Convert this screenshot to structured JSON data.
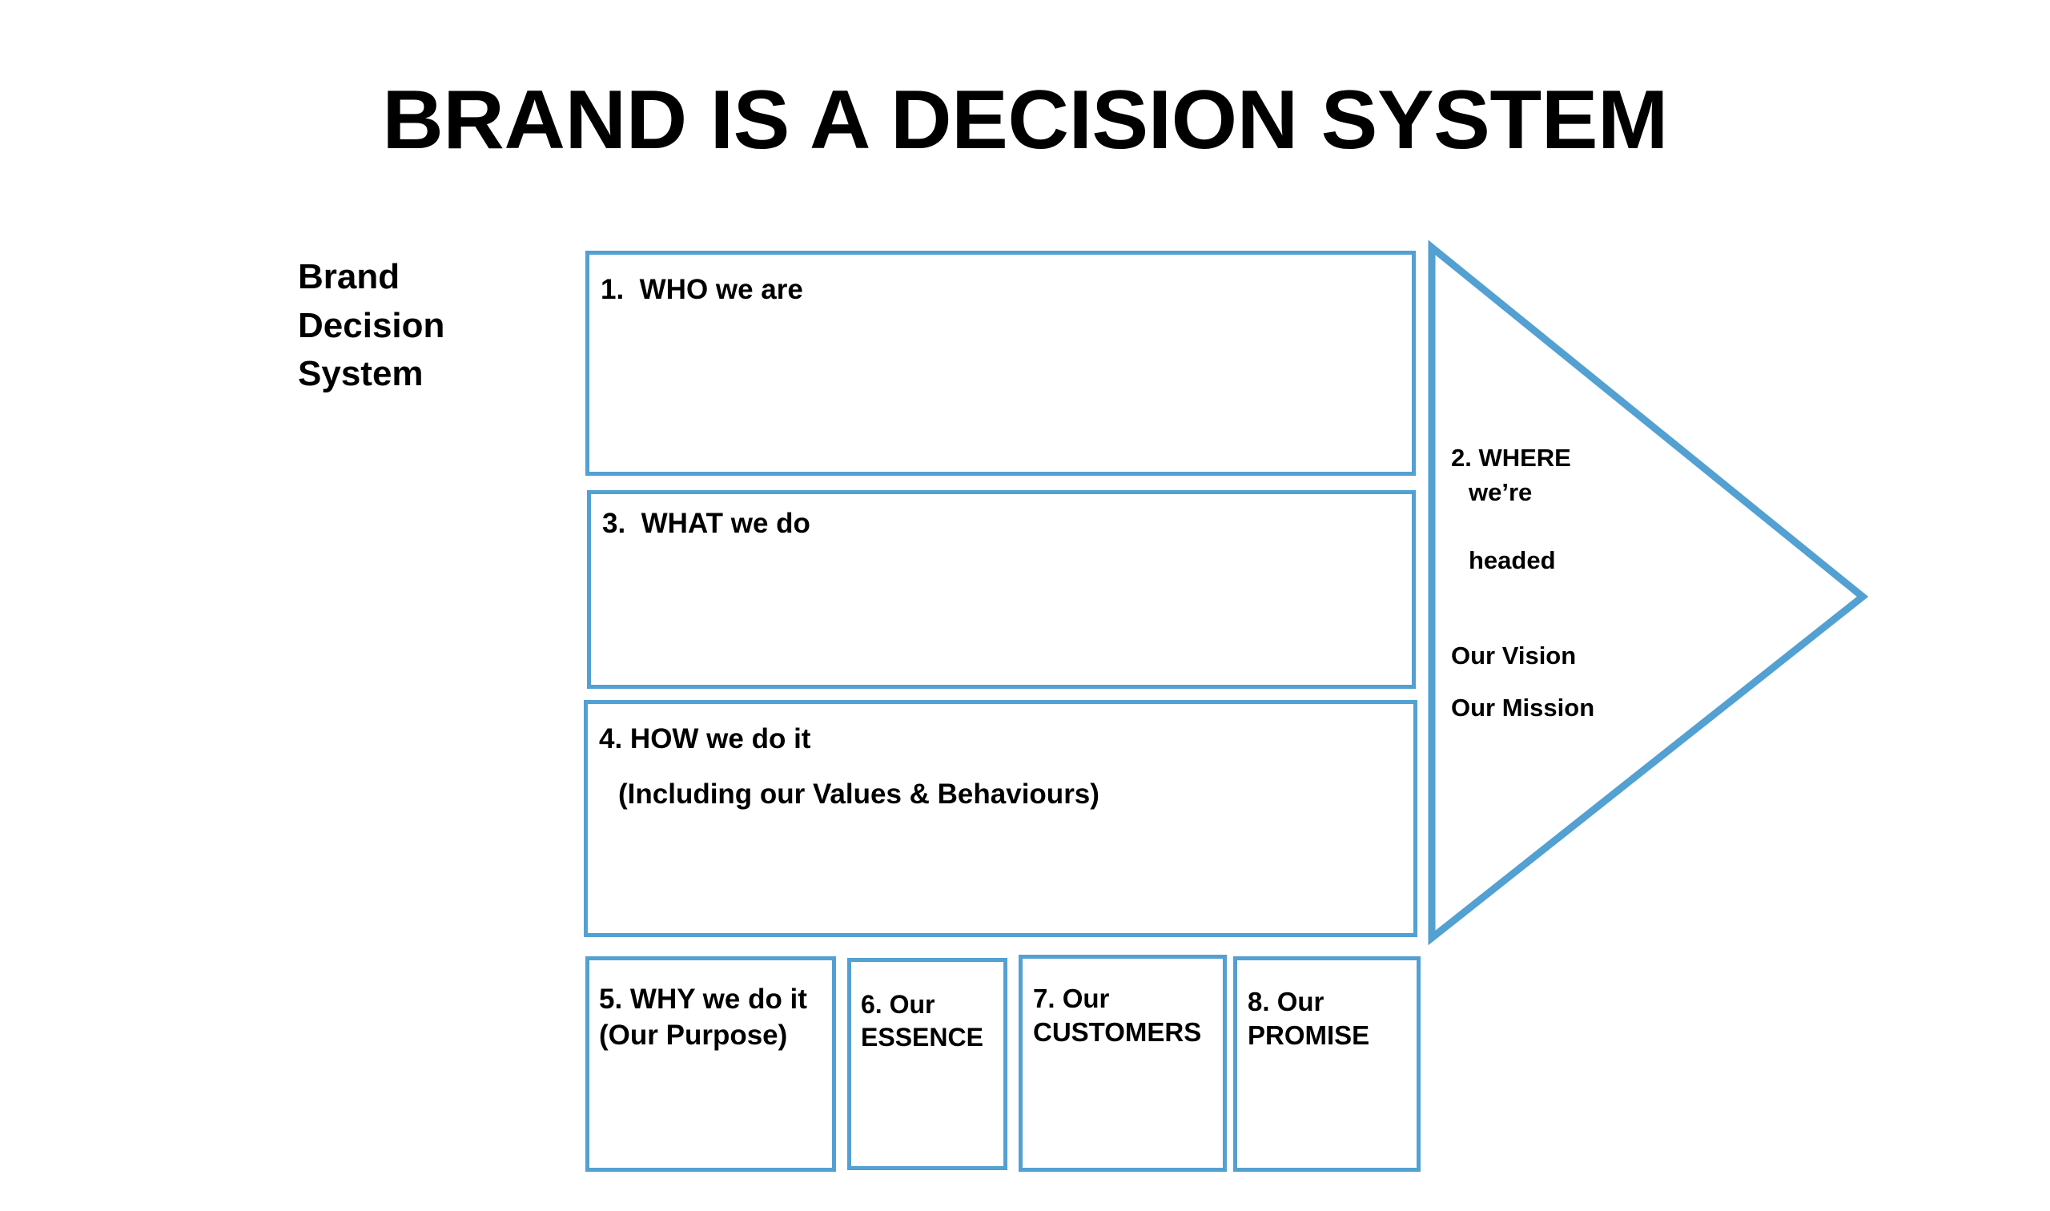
{
  "slide": {
    "title": "BRAND IS A DECISION SYSTEM",
    "caption": {
      "line1": "Brand",
      "line2": "Decision",
      "line3": "System"
    }
  },
  "theme": {
    "accent": "#53A0D2",
    "text": "#000000",
    "background": "#FFFFFF"
  },
  "diagram": {
    "type": "brand-decision-system",
    "boxes": [
      {
        "id": 1,
        "number": "1.",
        "label": "1.  WHO we are",
        "sublabel": ""
      },
      {
        "id": 3,
        "number": "3.",
        "label": "3.  WHAT we do",
        "sublabel": ""
      },
      {
        "id": 4,
        "number": "4.",
        "label": "4. HOW we do it",
        "sublabel": "(Including our Values & Behaviours)"
      },
      {
        "id": 5,
        "number": "5.",
        "label": "5. WHY we do it\n(Our Purpose)",
        "sublabel": ""
      },
      {
        "id": 6,
        "number": "6.",
        "label": "6. Our\nESSENCE",
        "sublabel": ""
      },
      {
        "id": 7,
        "number": "7.",
        "label": "7. Our\nCUSTOMERS",
        "sublabel": ""
      },
      {
        "id": 8,
        "number": "8.",
        "label": "8. Our\nPROMISE",
        "sublabel": ""
      }
    ],
    "arrow": {
      "heading_line1": "2. WHERE",
      "heading_line2": "we’re",
      "heading_line3": "headed",
      "items": [
        "Our Vision",
        "Our Mission"
      ]
    }
  }
}
